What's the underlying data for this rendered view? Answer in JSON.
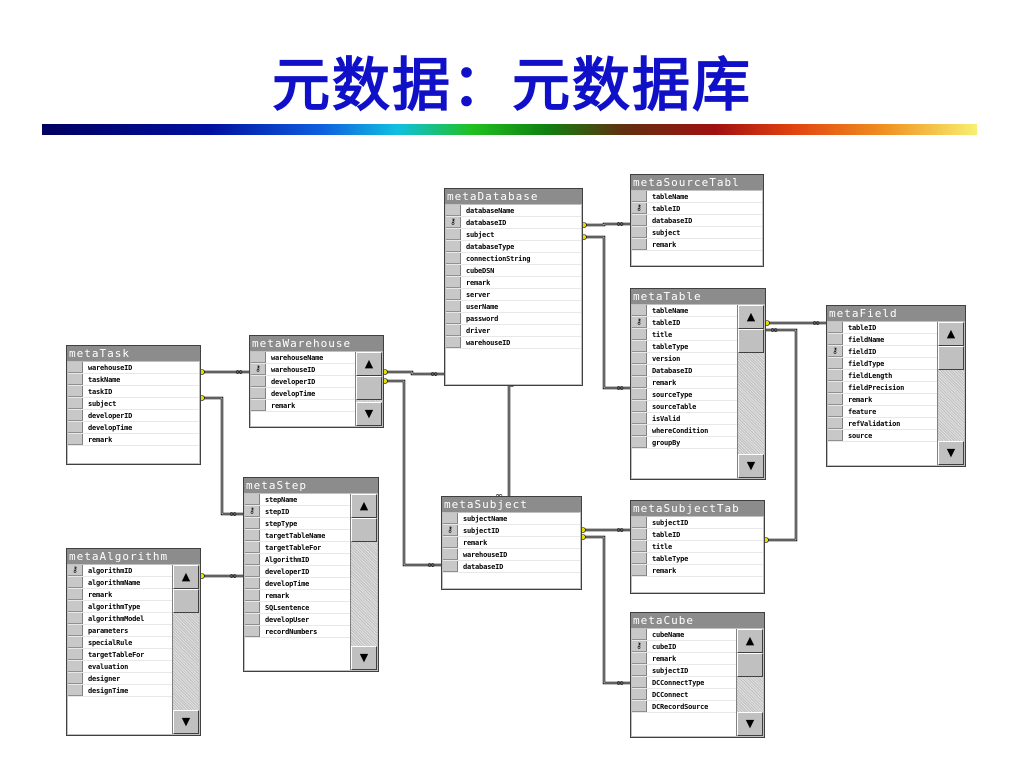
{
  "title": "元数据：元数据库",
  "tables": [
    {
      "id": "metaDatabase",
      "name": "metaDatabase",
      "fields": [
        "databaseName",
        "databaseID",
        "subject",
        "databaseType",
        "connectionString",
        "cubeDSN",
        "remark",
        "server",
        "userName",
        "password",
        "driver",
        "warehouseID"
      ],
      "key_row": 1,
      "scroll": false
    },
    {
      "id": "metaSourceTable",
      "name": "metaSourceTabl",
      "fields": [
        "tableName",
        "tableID",
        "databaseID",
        "subject",
        "remark"
      ],
      "key_row": 1,
      "scroll": false
    },
    {
      "id": "metaTable",
      "name": "metaTable",
      "fields": [
        "tableName",
        "tableID",
        "title",
        "tableType",
        "version",
        "DatabaseID",
        "remark",
        "sourceType",
        "sourceTable",
        "isValid",
        "whereCondition",
        "groupBy"
      ],
      "key_row": 1,
      "scroll": true
    },
    {
      "id": "metaField",
      "name": "metaField",
      "fields": [
        "tableID",
        "fieldName",
        "fieldID",
        "fieldType",
        "fieldLength",
        "fieldPrecision",
        "remark",
        "feature",
        "refValidation",
        "source"
      ],
      "key_row": 2,
      "scroll": true
    },
    {
      "id": "metaTask",
      "name": "metaTask",
      "fields": [
        "warehouseID",
        "taskName",
        "taskID",
        "subject",
        "developerID",
        "developTime",
        "remark"
      ],
      "key_row": -1,
      "scroll": false
    },
    {
      "id": "metaWarehouse",
      "name": "metaWarehouse",
      "fields": [
        "warehouseName",
        "warehouseID",
        "developerID",
        "developTime",
        "remark"
      ],
      "key_row": 1,
      "scroll": true
    },
    {
      "id": "metaStep",
      "name": "metaStep",
      "fields": [
        "stepName",
        "stepID",
        "stepType",
        "targetTableName",
        "targetTableFor",
        "AlgorithmID",
        "developerID",
        "developTime",
        "remark",
        "SQLsentence",
        "developUser",
        "recordNumbers"
      ],
      "key_row": 1,
      "scroll": true
    },
    {
      "id": "metaAlgorithm",
      "name": "metaAlgorithm",
      "fields": [
        "algorithmID",
        "algorithmName",
        "remark",
        "algorithmType",
        "algorithmModel",
        "parameters",
        "specialRule",
        "targetTableFor",
        "evaluation",
        "designer",
        "designTime"
      ],
      "key_row": 0,
      "scroll": true
    },
    {
      "id": "metaSubject",
      "name": "metaSubject",
      "fields": [
        "subjectName",
        "subjectID",
        "remark",
        "warehouseID",
        "databaseID"
      ],
      "key_row": 1,
      "scroll": false
    },
    {
      "id": "metaSubjectTable",
      "name": "metaSubjectTab",
      "fields": [
        "subjectID",
        "tableID",
        "title",
        "tableType",
        "remark"
      ],
      "key_row": -1,
      "scroll": false
    },
    {
      "id": "metaCube",
      "name": "metaCube",
      "fields": [
        "cubeName",
        "cubeID",
        "remark",
        "subjectID",
        "DCConnectType",
        "DCConnect",
        "DCRecordSource"
      ],
      "key_row": 1,
      "scroll": true
    }
  ],
  "relationships": [
    {
      "from": "metaTask",
      "to": "metaWarehouse"
    },
    {
      "from": "metaTask",
      "to": "metaStep"
    },
    {
      "from": "metaAlgorithm",
      "to": "metaStep"
    },
    {
      "from": "metaWarehouse",
      "to": "metaDatabase"
    },
    {
      "from": "metaWarehouse",
      "to": "metaSubject"
    },
    {
      "from": "metaDatabase",
      "to": "metaSourceTable"
    },
    {
      "from": "metaDatabase",
      "to": "metaTable"
    },
    {
      "from": "metaDatabase",
      "to": "metaSubject"
    },
    {
      "from": "metaTable",
      "to": "metaField"
    },
    {
      "from": "metaSubjectTable",
      "to": "metaTable"
    },
    {
      "from": "metaSubject",
      "to": "metaSubjectTable"
    },
    {
      "from": "metaSubject",
      "to": "metaCube"
    }
  ]
}
